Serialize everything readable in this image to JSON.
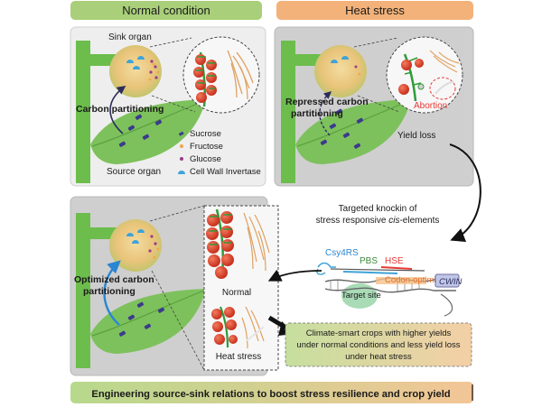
{
  "headers": {
    "normal": "Normal condition",
    "heat": "Heat stress"
  },
  "normal_panel": {
    "sink_label": "Sink organ",
    "source_label": "Source organ",
    "carbon_label": "Carbon partitioning"
  },
  "legend": {
    "sucrose": "Sucrose",
    "fructose": "Fructose",
    "glucose": "Glucose",
    "invertase": "Cell Wall Invertase"
  },
  "heat_panel": {
    "repressed_line1": "Repressed carbon",
    "repressed_line2": "partitioning",
    "abortion": "Abortion",
    "yield_loss": "Yield loss"
  },
  "knockin": {
    "line1": "Targeted knockin of",
    "line2_prefix": "stress responsive ",
    "line2_italic": "cis",
    "line2_suffix": "-elements"
  },
  "construct": {
    "csy4rs": "Csy4RS",
    "pbs": "PBS",
    "hse": "HSE",
    "codon": "Codon-optimized",
    "cwin": "CWIN",
    "target": "Target site"
  },
  "bottom_panel": {
    "optimized_line1": "Optimized carbon",
    "optimized_line2": "partitioning",
    "normal": "Normal",
    "heat_stress": "Heat stress"
  },
  "climate_box": {
    "line1": "Climate-smart crops with higher yields",
    "line2": "under normal conditions and less yield loss",
    "line3": "under heat stress"
  },
  "footer": "Engineering source-sink relations to boost stress resilience and crop yield",
  "colors": {
    "header_green": "#a9cf7a",
    "header_orange": "#f2b27a",
    "panel_light": "#eeeeee",
    "panel_gray": "#cfcfcf",
    "plant_green": "#6cbd4c",
    "leaf_green": "#7dc15c",
    "sucrose": "#3c3a8c",
    "fructose": "#f0a54a",
    "glucose": "#9b3b8b",
    "invertase": "#3fa3d8",
    "fruit_red": "#e0462e",
    "abortion_red": "#e53935",
    "blue_arrow": "#2a86d1"
  }
}
